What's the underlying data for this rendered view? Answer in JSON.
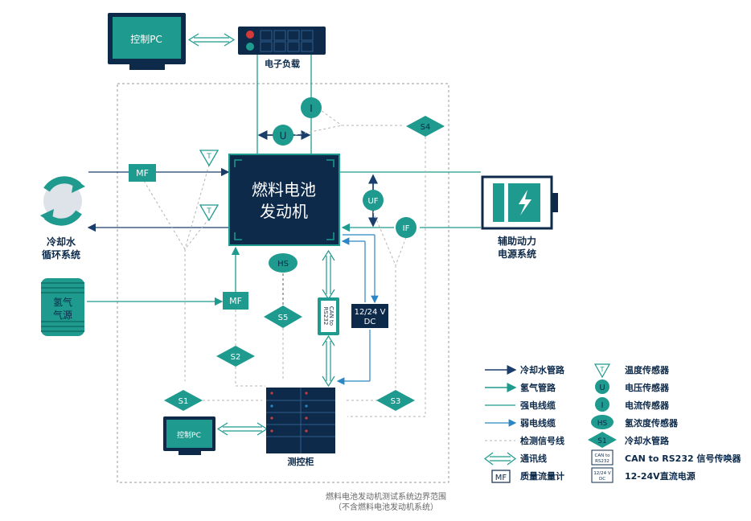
{
  "colors": {
    "teal": "#1e9a8e",
    "teal_dark": "#137a70",
    "navy": "#0d2a4a",
    "blue_line": "#1a3d6b",
    "light_blue": "#2a86c4",
    "gray_dash": "#b5b5b5",
    "red": "#d23a3a",
    "border_dash": "#9a9a9a"
  },
  "nodes": {
    "control_pc_top": "控制PC",
    "electronic_load": "电子负载",
    "engine_line1": "燃料电池",
    "engine_line2": "发动机",
    "cooling_line1": "冷却水",
    "cooling_line2": "循环系统",
    "hydrogen_line1": "氢气",
    "hydrogen_line2": "气源",
    "aux_line1": "辅助动力",
    "aux_line2": "电源系统",
    "test_cabinet": "测控柜",
    "control_pc_bottom": "控制PC",
    "can_box_line1": "CAN to",
    "can_box_line2": "RS232",
    "dc_line1": "12/24 V",
    "dc_line2": "DC"
  },
  "sensors": {
    "mf": "MF",
    "t": "T",
    "i": "I",
    "u": "U",
    "uf": "UF",
    "if": "IF",
    "hs": "HS",
    "s1": "S1",
    "s2": "S2",
    "s3": "S3",
    "s4": "S4",
    "s5": "S5"
  },
  "legend": [
    {
      "icon": "arrow-navy",
      "label": "冷却水管路"
    },
    {
      "icon": "arrow-teal",
      "label": "氢气管路"
    },
    {
      "icon": "line-teal",
      "label": "强电线缆"
    },
    {
      "icon": "arrow-lightblue",
      "label": "弱电线缆"
    },
    {
      "icon": "dashed-gray",
      "label": "检测信号线"
    },
    {
      "icon": "double-arrow",
      "label": "通讯线"
    },
    {
      "icon": "mf-box",
      "label": "质量流量计",
      "badge": "MF"
    },
    {
      "icon": "temp-sensor",
      "label": "温度传感器",
      "badge": "T"
    },
    {
      "icon": "voltage-sensor",
      "label": "电压传感器",
      "badge": "U"
    },
    {
      "icon": "current-sensor",
      "label": "电流传感器",
      "badge": "I"
    },
    {
      "icon": "hydrogen-sensor",
      "label": "氢浓度传感器",
      "badge": "HS"
    },
    {
      "icon": "s1-diamond",
      "label": "冷却水管路",
      "badge": "S1"
    },
    {
      "icon": "can-box",
      "label": "CAN to RS232 信号传唤器",
      "badge_line1": "CAN to",
      "badge_line2": "RS232"
    },
    {
      "icon": "dc-box",
      "label": "12-24V直流电源",
      "badge_line1": "12/24 V",
      "badge_line2": "DC"
    }
  ],
  "boundary_note_line1": "燃料电池发动机测试系统边界范围",
  "boundary_note_line2": "（不含燃料电池发动机系统）"
}
